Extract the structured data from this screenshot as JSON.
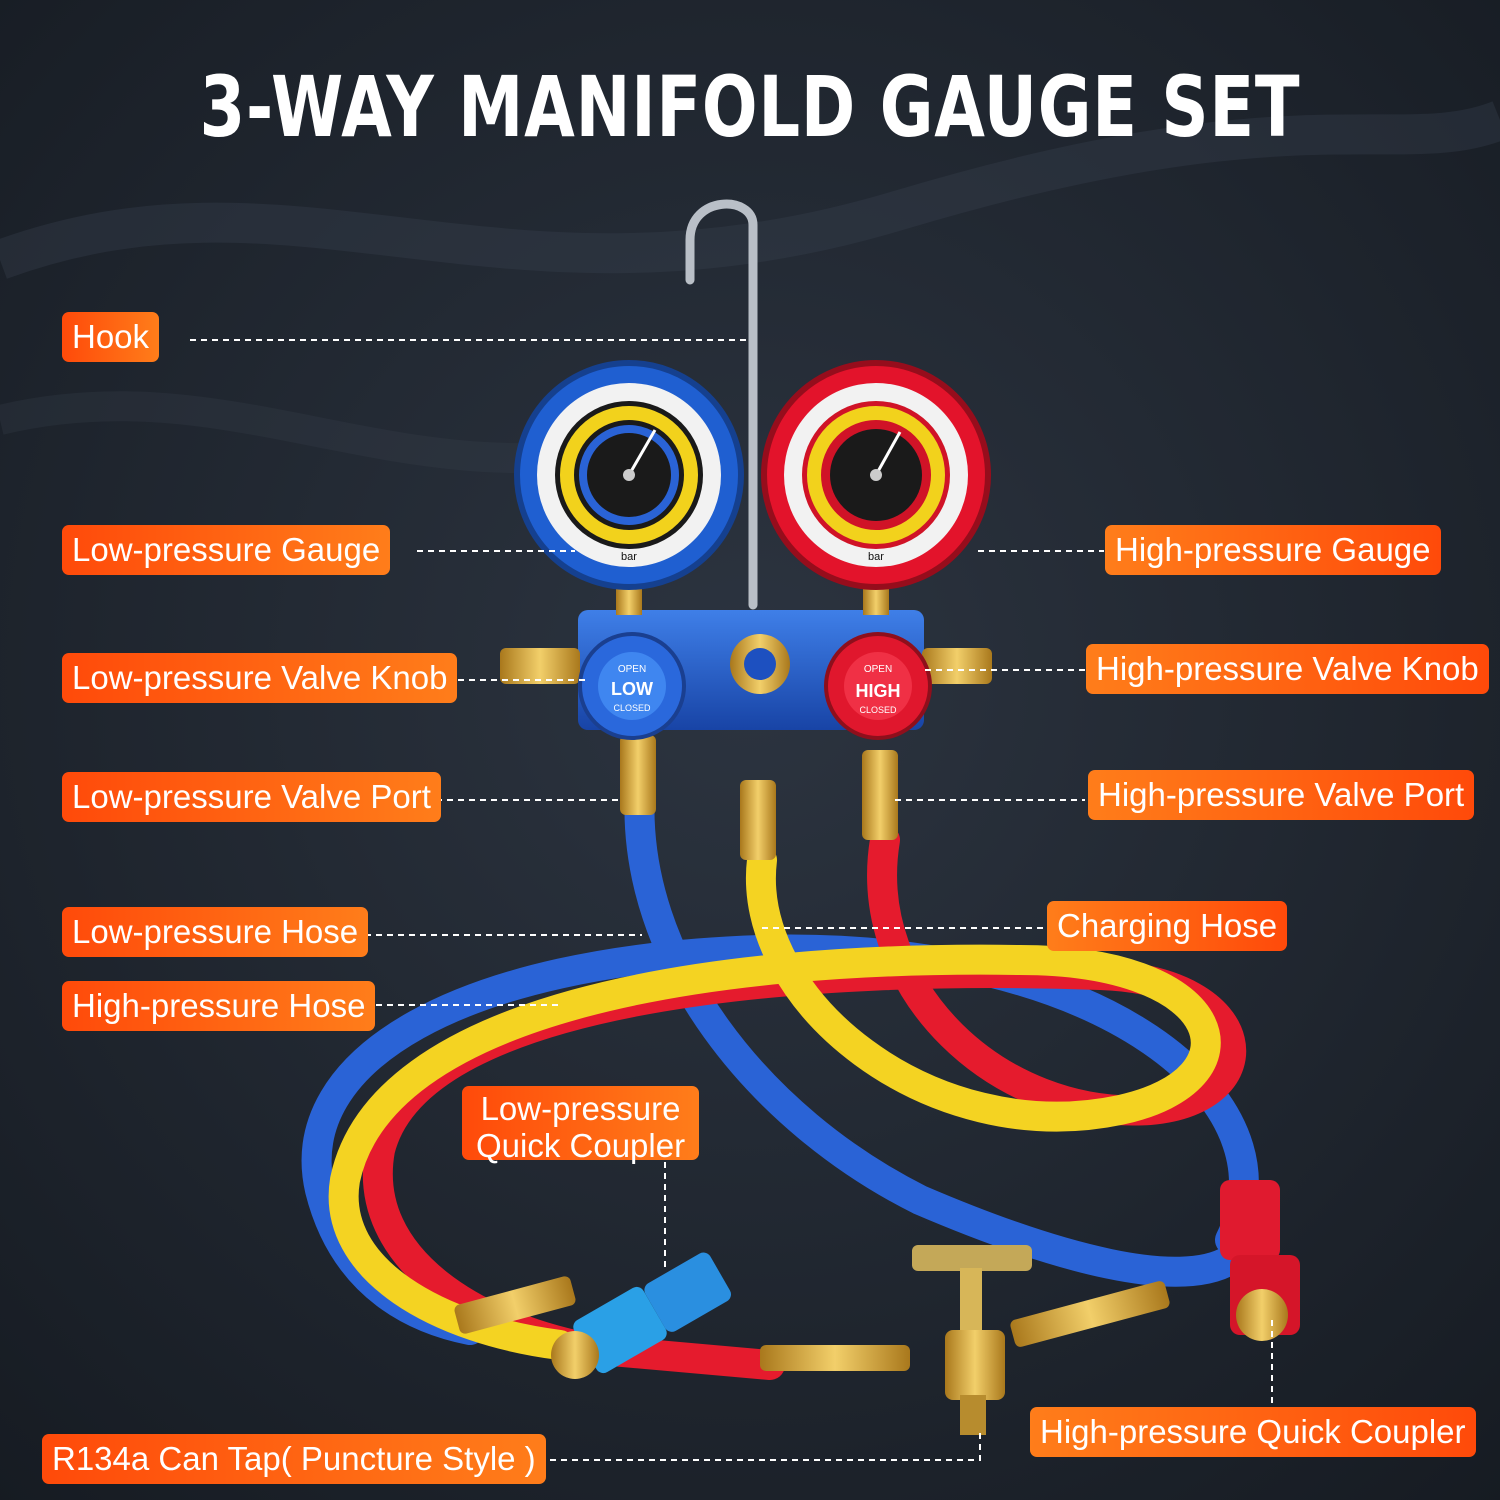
{
  "title": "3-WAY MANIFOLD GAUGE SET",
  "colors": {
    "background": "#1f2630",
    "label_start": "#ff4a0a",
    "label_end": "#ff7d1a",
    "low_side_blue": "#1f5fd1",
    "high_side_red": "#e3132b",
    "charging_yellow": "#f3d21c",
    "brass": "#d8a93a"
  },
  "labels": {
    "hook": "Hook",
    "low_pressure_gauge": "Low-pressure Gauge",
    "high_pressure_gauge": "High-pressure Gauge",
    "low_pressure_valve_knob": "Low-pressure Valve Knob",
    "high_pressure_valve_knob": "High-pressure Valve Knob",
    "low_pressure_valve_port": "Low-pressure Valve Port",
    "high_pressure_valve_port": "High-pressure Valve Port",
    "low_pressure_hose": "Low-pressure Hose",
    "charging_hose": "Charging Hose",
    "high_pressure_hose": "High-pressure Hose",
    "low_pressure_quick_coupler_line1": "Low-pressure",
    "low_pressure_quick_coupler_line2": "Quick Coupler",
    "high_pressure_quick_coupler": "High-pressure Quick Coupler",
    "can_tap": "R134a Can Tap( Puncture Style )"
  },
  "manifold": {
    "low_knob_top": "OPEN",
    "low_knob_main": "LOW",
    "low_knob_bottom": "CLOSED",
    "high_knob_top": "OPEN",
    "high_knob_main": "HIGH",
    "high_knob_bottom": "CLOSED",
    "gauge_unit": "bar"
  }
}
